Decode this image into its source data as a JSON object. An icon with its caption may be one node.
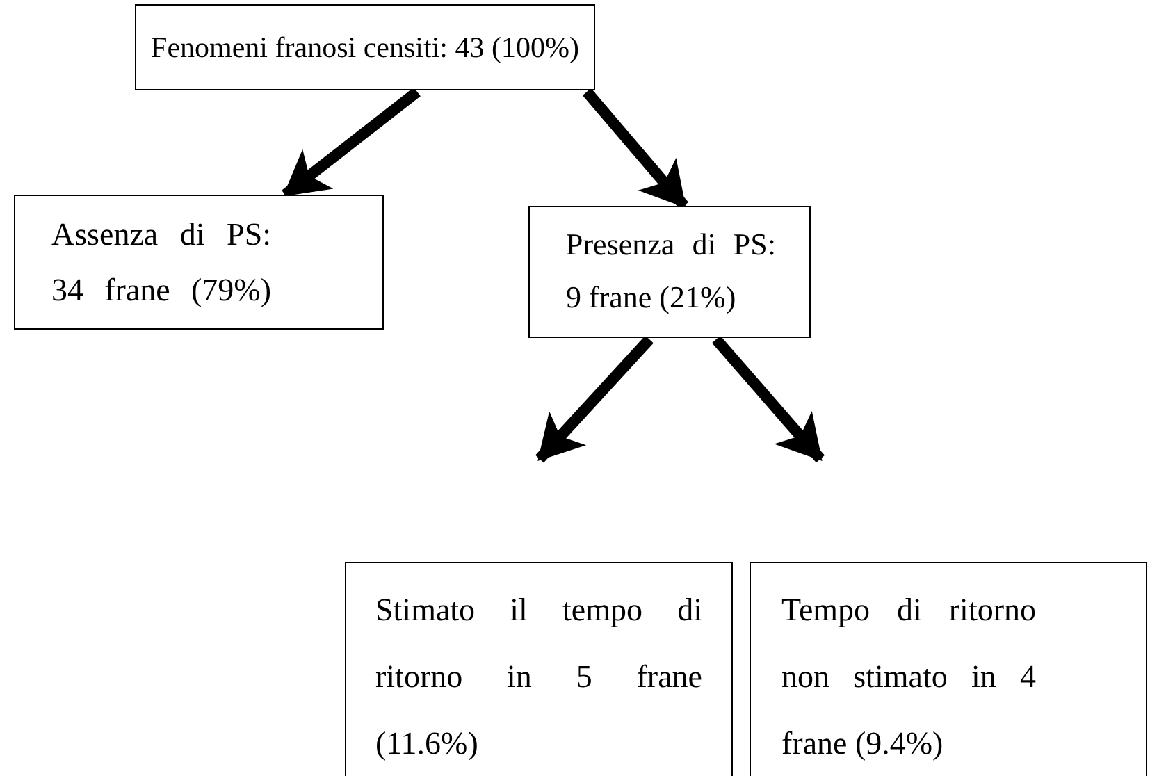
{
  "diagram": {
    "nodes": [
      {
        "text": [
          "Fenomeni franosi censiti: 43 (100%)"
        ]
      },
      {
        "text": [
          "Assenza di PS: 34 frane (79%)"
        ]
      },
      {
        "text": [
          "Presenza di PS: 9 frane (21%)"
        ]
      },
      {
        "text": [
          "Stimato il tempo di ritorno in 5 frane (11.6%)"
        ]
      },
      {
        "text": [
          "Tempo di ritorno non stimato in 4 frane (9.4%)"
        ]
      }
    ],
    "edges": [
      {
        "from": 0,
        "to": 1,
        "arrow": "to"
      },
      {
        "from": 0,
        "to": 2,
        "arrow": "to"
      },
      {
        "from": 2,
        "to": 3,
        "arrow": "to"
      },
      {
        "from": 2,
        "to": 4,
        "arrow": "to"
      }
    ]
  }
}
